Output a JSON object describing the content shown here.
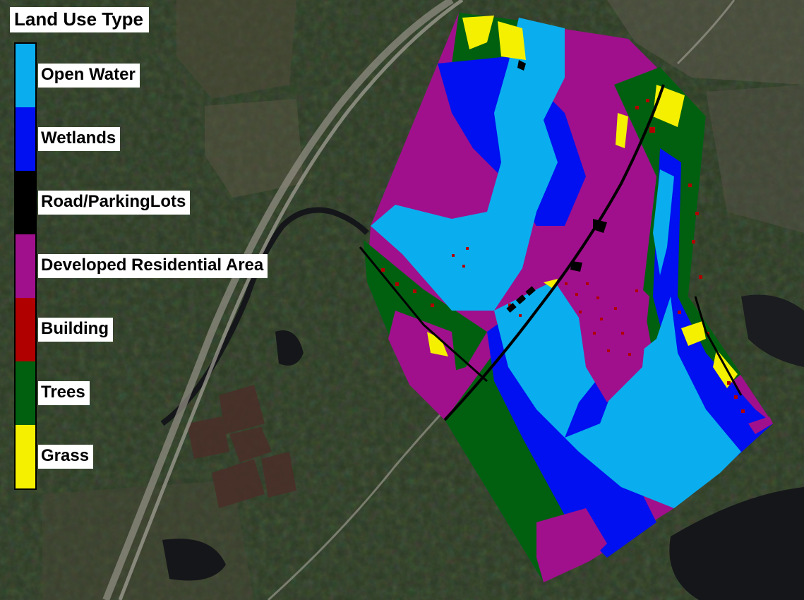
{
  "legend": {
    "title": "Land Use Type",
    "items": [
      {
        "label": "Open Water",
        "color": "#0aaeef"
      },
      {
        "label": "Wetlands",
        "color": "#0010f0"
      },
      {
        "label": "Road/ParkingLots",
        "color": "#000000"
      },
      {
        "label": "Developed Residential Area",
        "color": "#a0108c"
      },
      {
        "label": "Building",
        "color": "#b00000"
      },
      {
        "label": "Trees",
        "color": "#006010"
      },
      {
        "label": "Grass",
        "color": "#f5f000"
      }
    ]
  },
  "colors": {
    "satellite_forest": "#2c3b24",
    "satellite_field": "#4e4a38",
    "satellite_water": "#15161a",
    "satellite_road": "#a7a49a",
    "satellite_cranberry": "#4a2e28"
  }
}
